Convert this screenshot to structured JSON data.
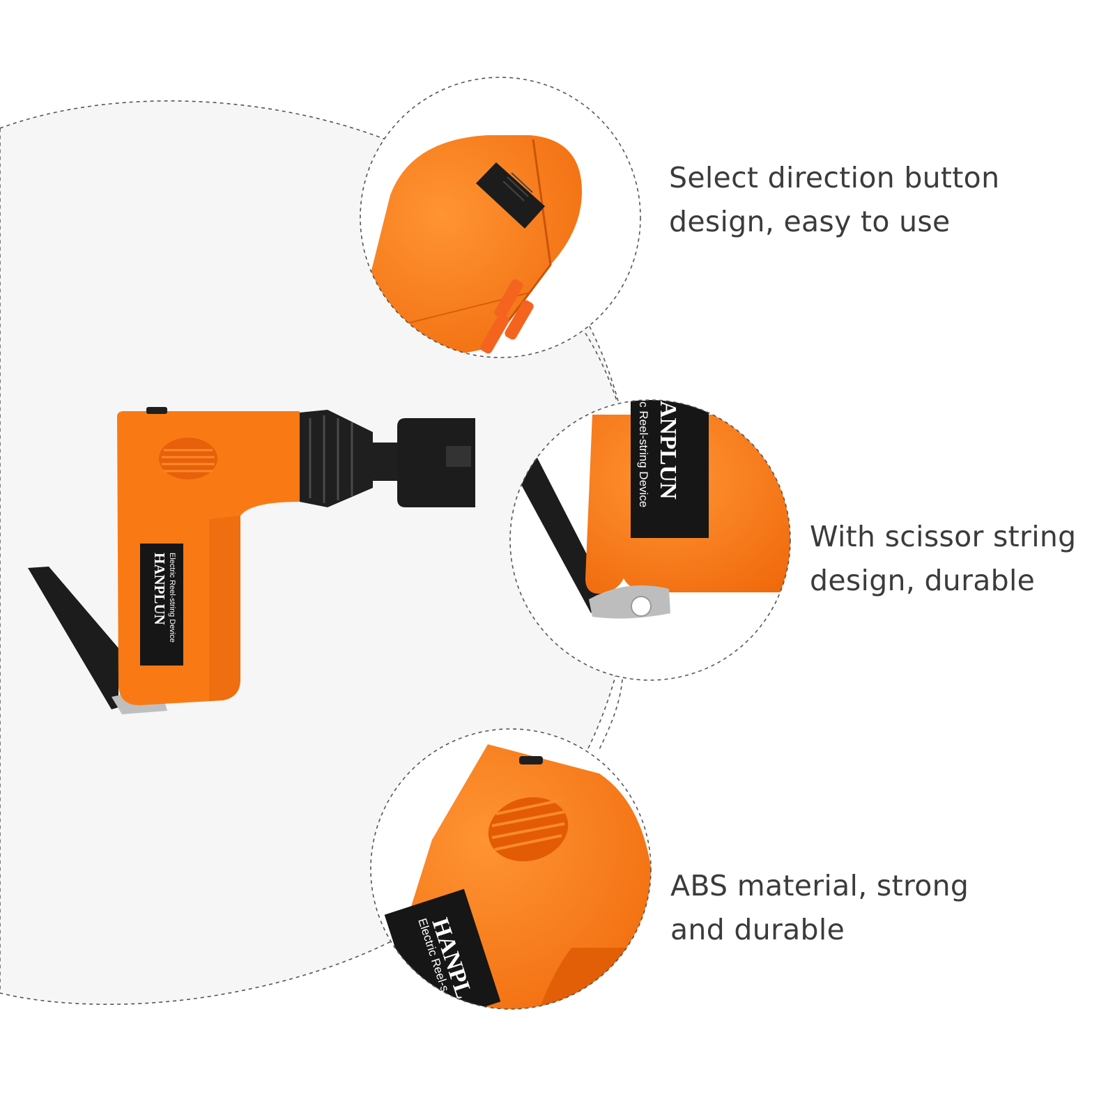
{
  "colors": {
    "product_orange": "#f97a14",
    "product_orange_dark": "#e0620a",
    "product_black": "#1f1f1f",
    "panel_background": "#f6f6f6",
    "dashed_line": "#555555",
    "text": "#3b3b3b"
  },
  "product": {
    "brand_label": "HANPLUN",
    "brand_sub_label": "Electric Reel-string Device"
  },
  "features": [
    {
      "line1": "Select direction button",
      "line2": "design, easy to use"
    },
    {
      "line1": "With scissor string",
      "line2": "design, durable"
    },
    {
      "line1": "ABS material, strong",
      "line2": "and durable"
    }
  ]
}
